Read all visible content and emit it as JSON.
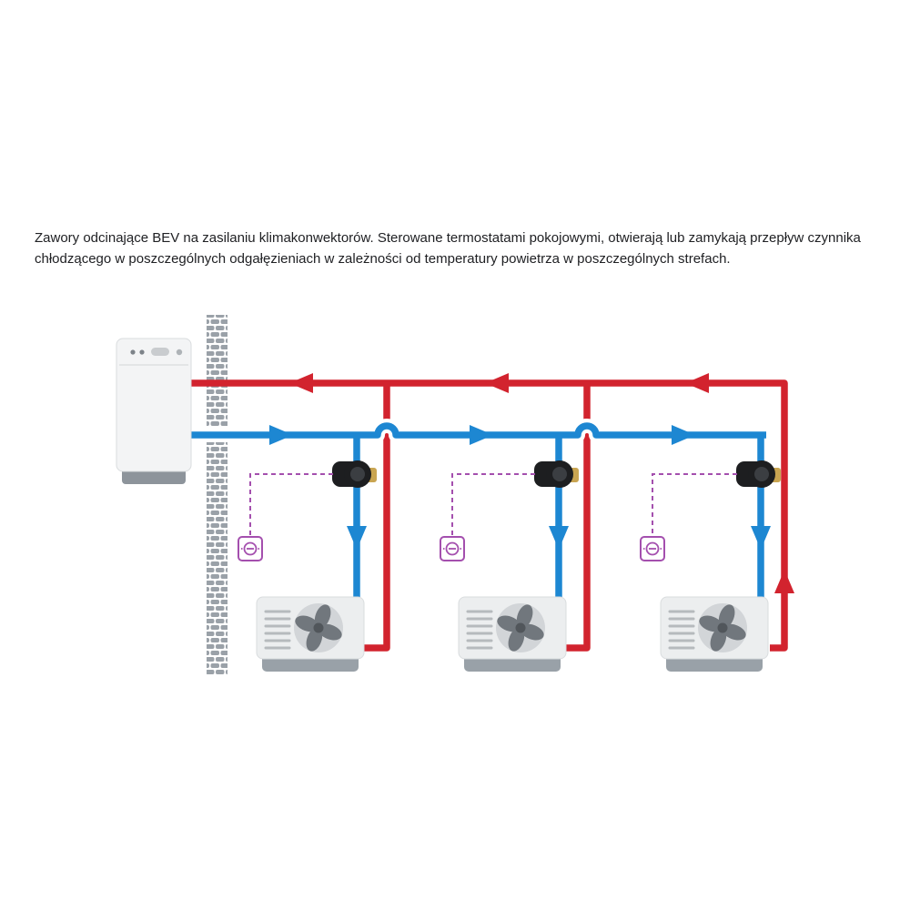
{
  "description": {
    "text": "Zawory odcinające BEV na zasilaniu klimakonwektorów. Sterowane termostatami pokojowymi, otwierają lub zamykają przepływ czynnika chłodzącego w poszczególnych odgałęzieniach w zależności od temperatury powietrza w poszczególnych strefach."
  },
  "colors": {
    "pipe-hot": "#d2232e",
    "pipe-cold": "#1d87d2",
    "control-line": "#a44fae",
    "wall-brick": "#9aa1a8",
    "unit-body": "#eceeef",
    "unit-border": "#d9dcde",
    "unit-base": "#99a1a8",
    "fan-disc": "#d2d5d8",
    "fan-blade": "#71777d",
    "fan-hub": "#51565b",
    "vent-slat": "#b6babd",
    "valve-body": "#1d1e20",
    "valve-brass": "#c9a551",
    "pump-body": "#f3f4f5",
    "pump-base": "#8d949b",
    "text": "#202124",
    "background": "#ffffff"
  },
  "diagram": {
    "components": [
      {
        "name": "heat-pump-unit",
        "count": 1
      },
      {
        "name": "wall",
        "count": 1
      },
      {
        "name": "return-pipe-red",
        "count": 1
      },
      {
        "name": "supply-pipe-blue",
        "count": 1
      },
      {
        "name": "bev-shutoff-valve",
        "count": 3
      },
      {
        "name": "room-thermostat",
        "count": 3
      },
      {
        "name": "fan-coil-unit",
        "count": 3
      }
    ]
  }
}
